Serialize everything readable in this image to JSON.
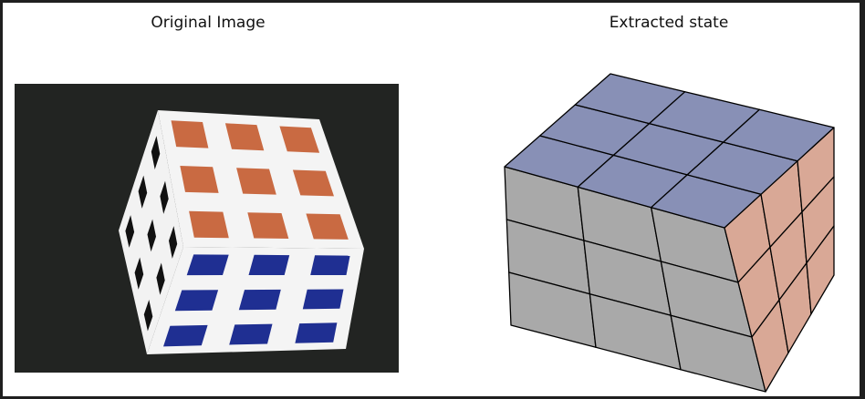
{
  "panels": {
    "left_title": "Original Image",
    "right_title": "Extracted state"
  },
  "colors": {
    "photo_background": "#222422",
    "photo_orange": "#c96a42",
    "photo_blue": "#1f2f92",
    "photo_black": "#111111",
    "cube_top": "#8890b6",
    "cube_front": "#a9a9a9",
    "cube_right": "#d9a896",
    "cube_edge": "#000000"
  },
  "icons": {
    "left_panel": "photo-of-rubiks-cube",
    "right_panel": "3d-cube-render"
  }
}
